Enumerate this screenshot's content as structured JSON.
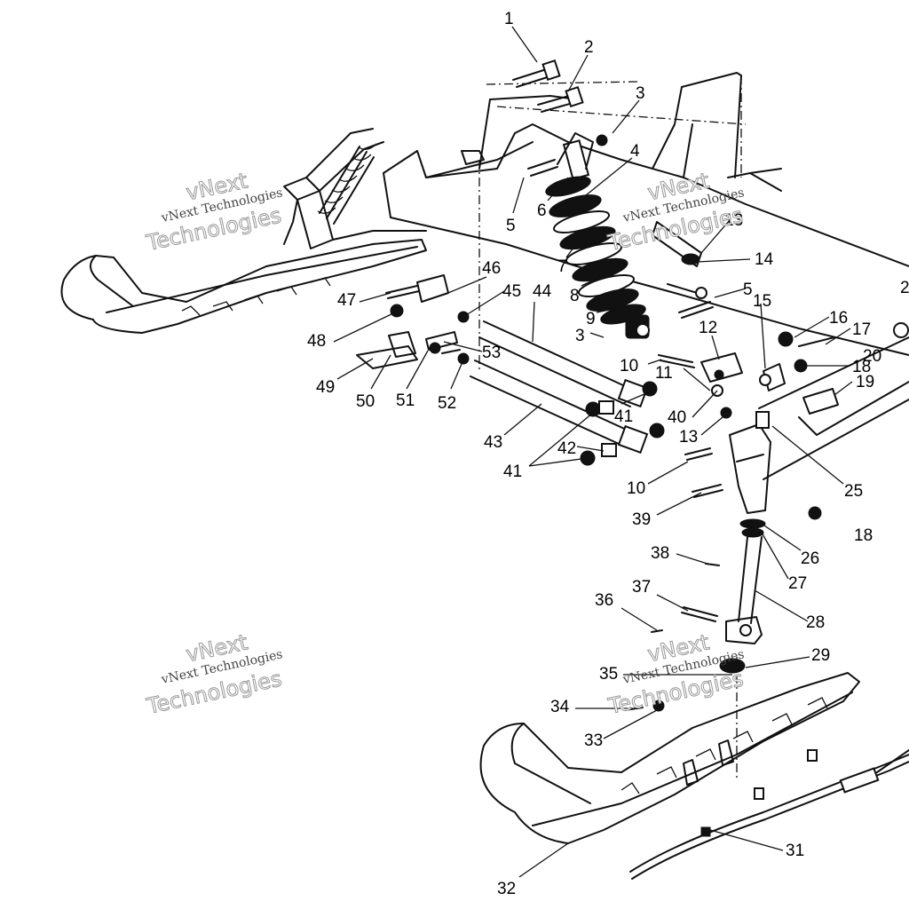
{
  "watermark": {
    "line1": "vNext",
    "line2": "vNext Technologies",
    "line3": "Technologies"
  },
  "callouts": [
    "1",
    "2",
    "3",
    "4",
    "5",
    "6",
    "7",
    "8",
    "9",
    "3",
    "10",
    "11",
    "12",
    "13",
    "14",
    "5",
    "15",
    "16",
    "17",
    "18",
    "19",
    "20",
    "2",
    "25",
    "26",
    "18",
    "27",
    "28",
    "29",
    "31",
    "32",
    "33",
    "34",
    "35",
    "36",
    "37",
    "38",
    "39",
    "10",
    "13",
    "40",
    "41",
    "42",
    "41",
    "43",
    "44",
    "45",
    "46",
    "47",
    "48",
    "49",
    "50",
    "51",
    "52",
    "53"
  ]
}
